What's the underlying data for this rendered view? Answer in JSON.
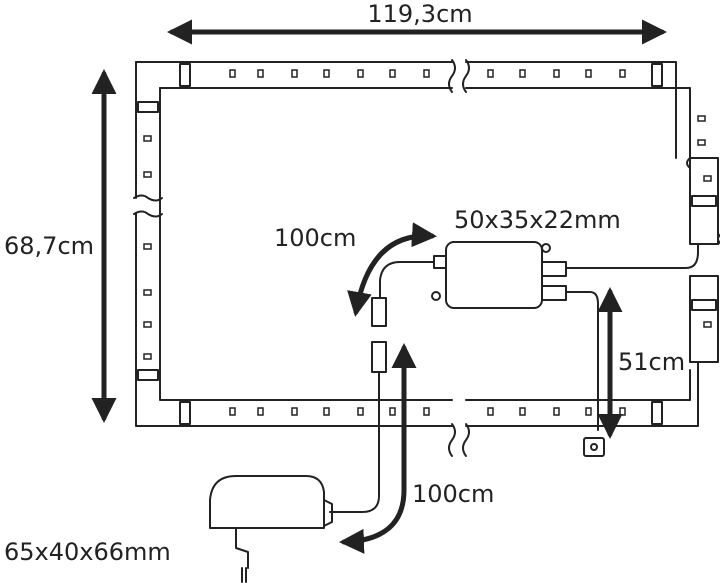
{
  "labels": {
    "frame_width": "119,3cm",
    "frame_height": "68,7cm",
    "controller_size": "50x35x22mm",
    "lead_upper": "100cm",
    "lead_lower": "100cm",
    "sensor_lead": "51cm",
    "adapter_size": "65x40x66mm"
  },
  "colors": {
    "line": "#222222",
    "background": "#ffffff"
  }
}
